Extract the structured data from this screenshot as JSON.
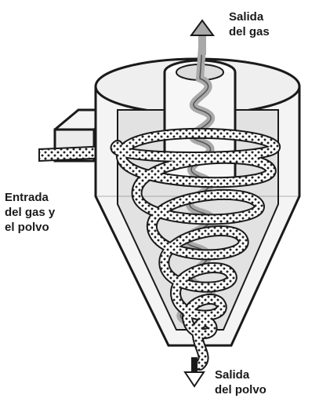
{
  "labels": {
    "gas_outlet": [
      "Salida",
      "del gas"
    ],
    "inlet": [
      "Entrada",
      "del gas y",
      "el polvo"
    ],
    "dust_outlet": [
      "Salida",
      "del polvo"
    ]
  },
  "colors": {
    "outline": "#1a1a1a",
    "body_fill": "#f4f4f4",
    "inner_shadow": "#dcdcdc",
    "spiral_gray": "#a9a9a9",
    "dust_dot": "#222222"
  },
  "icons": [
    "up-arrow-icon",
    "down-arrow-icon"
  ]
}
